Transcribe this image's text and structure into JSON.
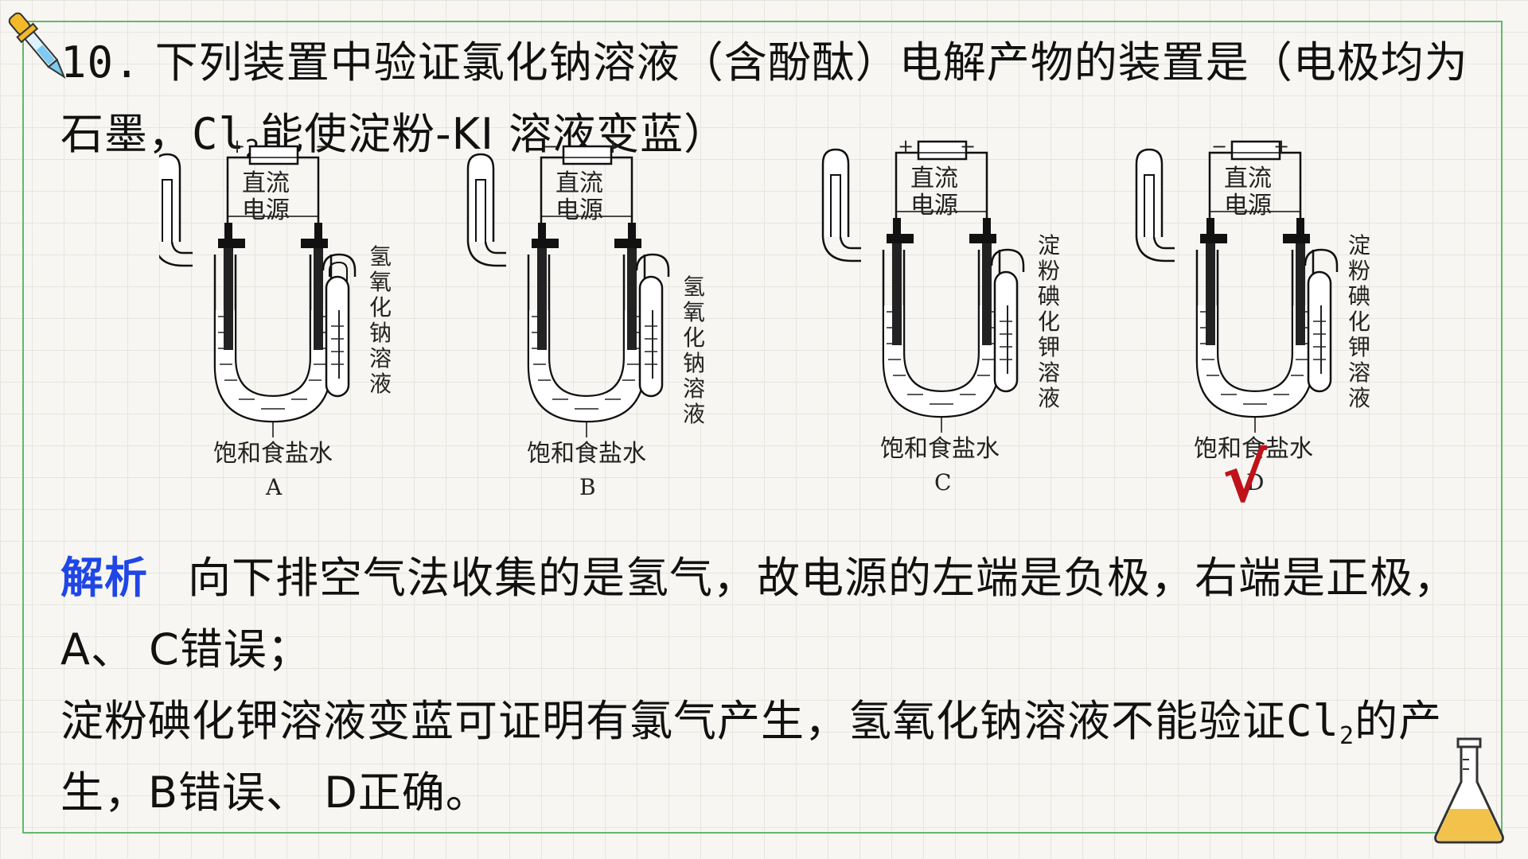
{
  "question": {
    "number": "10.",
    "text_part1": " 下列装置中验证氯化钠溶液（含酚酞）电解产物的装置是（电极均为石墨，",
    "formula_base": "Cl",
    "formula_sub": "2",
    "text_part2": "能使淀粉-KI 溶液变蓝）"
  },
  "diagrams": [
    {
      "letter": "A",
      "power": [
        "直流",
        "电源"
      ],
      "plus_left": "+",
      "minus_right": "−",
      "side_label": [
        "氢",
        "氧",
        "化",
        "钠",
        "溶",
        "液"
      ],
      "bottom_label": "饱和食盐水"
    },
    {
      "letter": "B",
      "power": [
        "直流",
        "电源"
      ],
      "minus_left": "−",
      "plus_right": "+",
      "side_label": [
        "氢",
        "氧",
        "化",
        "钠",
        "溶",
        "液"
      ],
      "bottom_label": "饱和食盐水"
    },
    {
      "letter": "C",
      "power": [
        "直流",
        "电源"
      ],
      "plus_left": "+",
      "minus_right": "−",
      "side_label": [
        "淀",
        "粉",
        "碘",
        "化",
        "钾",
        "溶",
        "液"
      ],
      "bottom_label": "饱和食盐水"
    },
    {
      "letter": "D",
      "power": [
        "直流",
        "电源"
      ],
      "minus_left": "−",
      "plus_right": "+",
      "side_label": [
        "淀",
        "粉",
        "碘",
        "化",
        "钾",
        "溶",
        "液"
      ],
      "bottom_label": "饱和食盐水"
    }
  ],
  "correct_mark": "√",
  "correct_mark_color": "#c0121b",
  "answer": {
    "label": "解析",
    "label_color": "#2046e6",
    "line1": "向下排空气法收集的是氢气，故电源的左端是负极，右端是正极，A、 C错误；",
    "line2a": "淀粉碘化钾溶液变蓝可证明有氯气产生，氢氧化钠溶液不能验证",
    "formula_base": "Cl",
    "formula_sub": "2",
    "line2b": "的产生，B错误、 D正确。"
  },
  "decor": {
    "top_left_icon": "dropper-icon",
    "bottom_right_icon": "flask-icon",
    "frame_color": "#63b868"
  }
}
